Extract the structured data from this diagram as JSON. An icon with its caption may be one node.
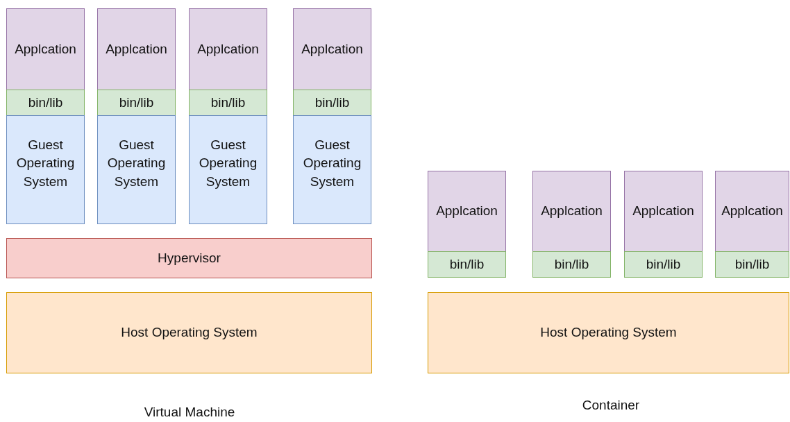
{
  "diagram": {
    "nodes": [
      {
        "text": [
          "Applcation"
        ]
      },
      {
        "text": [
          "Applcation"
        ]
      },
      {
        "text": [
          "Applcation"
        ]
      },
      {
        "text": [
          "Applcation"
        ]
      },
      {
        "text": [
          "bin/lib"
        ]
      },
      {
        "text": [
          "bin/lib"
        ]
      },
      {
        "text": [
          "bin/lib"
        ]
      },
      {
        "text": [
          "bin/lib"
        ]
      },
      {
        "text": [
          "Guest Operating System"
        ]
      },
      {
        "text": [
          "Guest Operating System"
        ]
      },
      {
        "text": [
          "Guest Operating System"
        ]
      },
      {
        "text": [
          "Guest Operating System"
        ]
      },
      {
        "text": [
          "Applcation"
        ]
      },
      {
        "text": [
          "Applcation"
        ]
      },
      {
        "text": [
          "Applcation"
        ]
      },
      {
        "text": [
          "Applcation"
        ]
      },
      {
        "text": [
          "bin/lib"
        ]
      },
      {
        "text": [
          "bin/lib"
        ]
      },
      {
        "text": [
          "bin/lib"
        ]
      },
      {
        "text": [
          "bin/lib"
        ]
      },
      {
        "text": [
          "Hypervisor"
        ]
      },
      {
        "text": [
          "Host Operating System"
        ]
      },
      {
        "text": [
          "Host Operating System"
        ]
      }
    ],
    "edges": [],
    "labels": [
      "Container",
      "Virtual Machine"
    ]
  }
}
